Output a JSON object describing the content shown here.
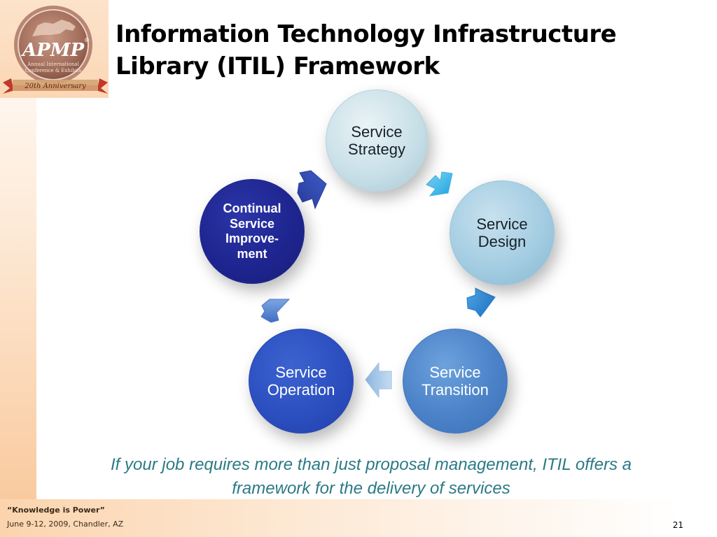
{
  "logo": {
    "name": "APMP",
    "registered_mark": "®",
    "subtitle_lines": [
      "Annual International",
      "Conference & Exhibits"
    ],
    "ribbon": "20th Anniversary"
  },
  "title": "Information Technology Infrastructure Library  (ITIL) Framework",
  "cycle": {
    "strategy": "Service\nStrategy",
    "design": "Service\nDesign",
    "transition": "Service\nTransition",
    "operation": "Service\nOperation",
    "csi": "Continual\nService\nImprove-\nment"
  },
  "caption": "If your job requires more than just proposal management, ITIL offers a framework for the delivery of services",
  "footer": {
    "quote": "“Knowledge is Power”",
    "date_location": "June 9-12, 2009, Chandler, AZ",
    "slide_number": "21"
  },
  "colors": {
    "title": "#000000",
    "caption": "#2b7a85",
    "strategy_circle": "#c9e0e8",
    "design_circle": "#a4cde2",
    "transition_circle": "#4b82c8",
    "operation_circle": "#2c4fc0",
    "csi_circle": "#1e2590",
    "footer_band": "#fbd4ae"
  }
}
